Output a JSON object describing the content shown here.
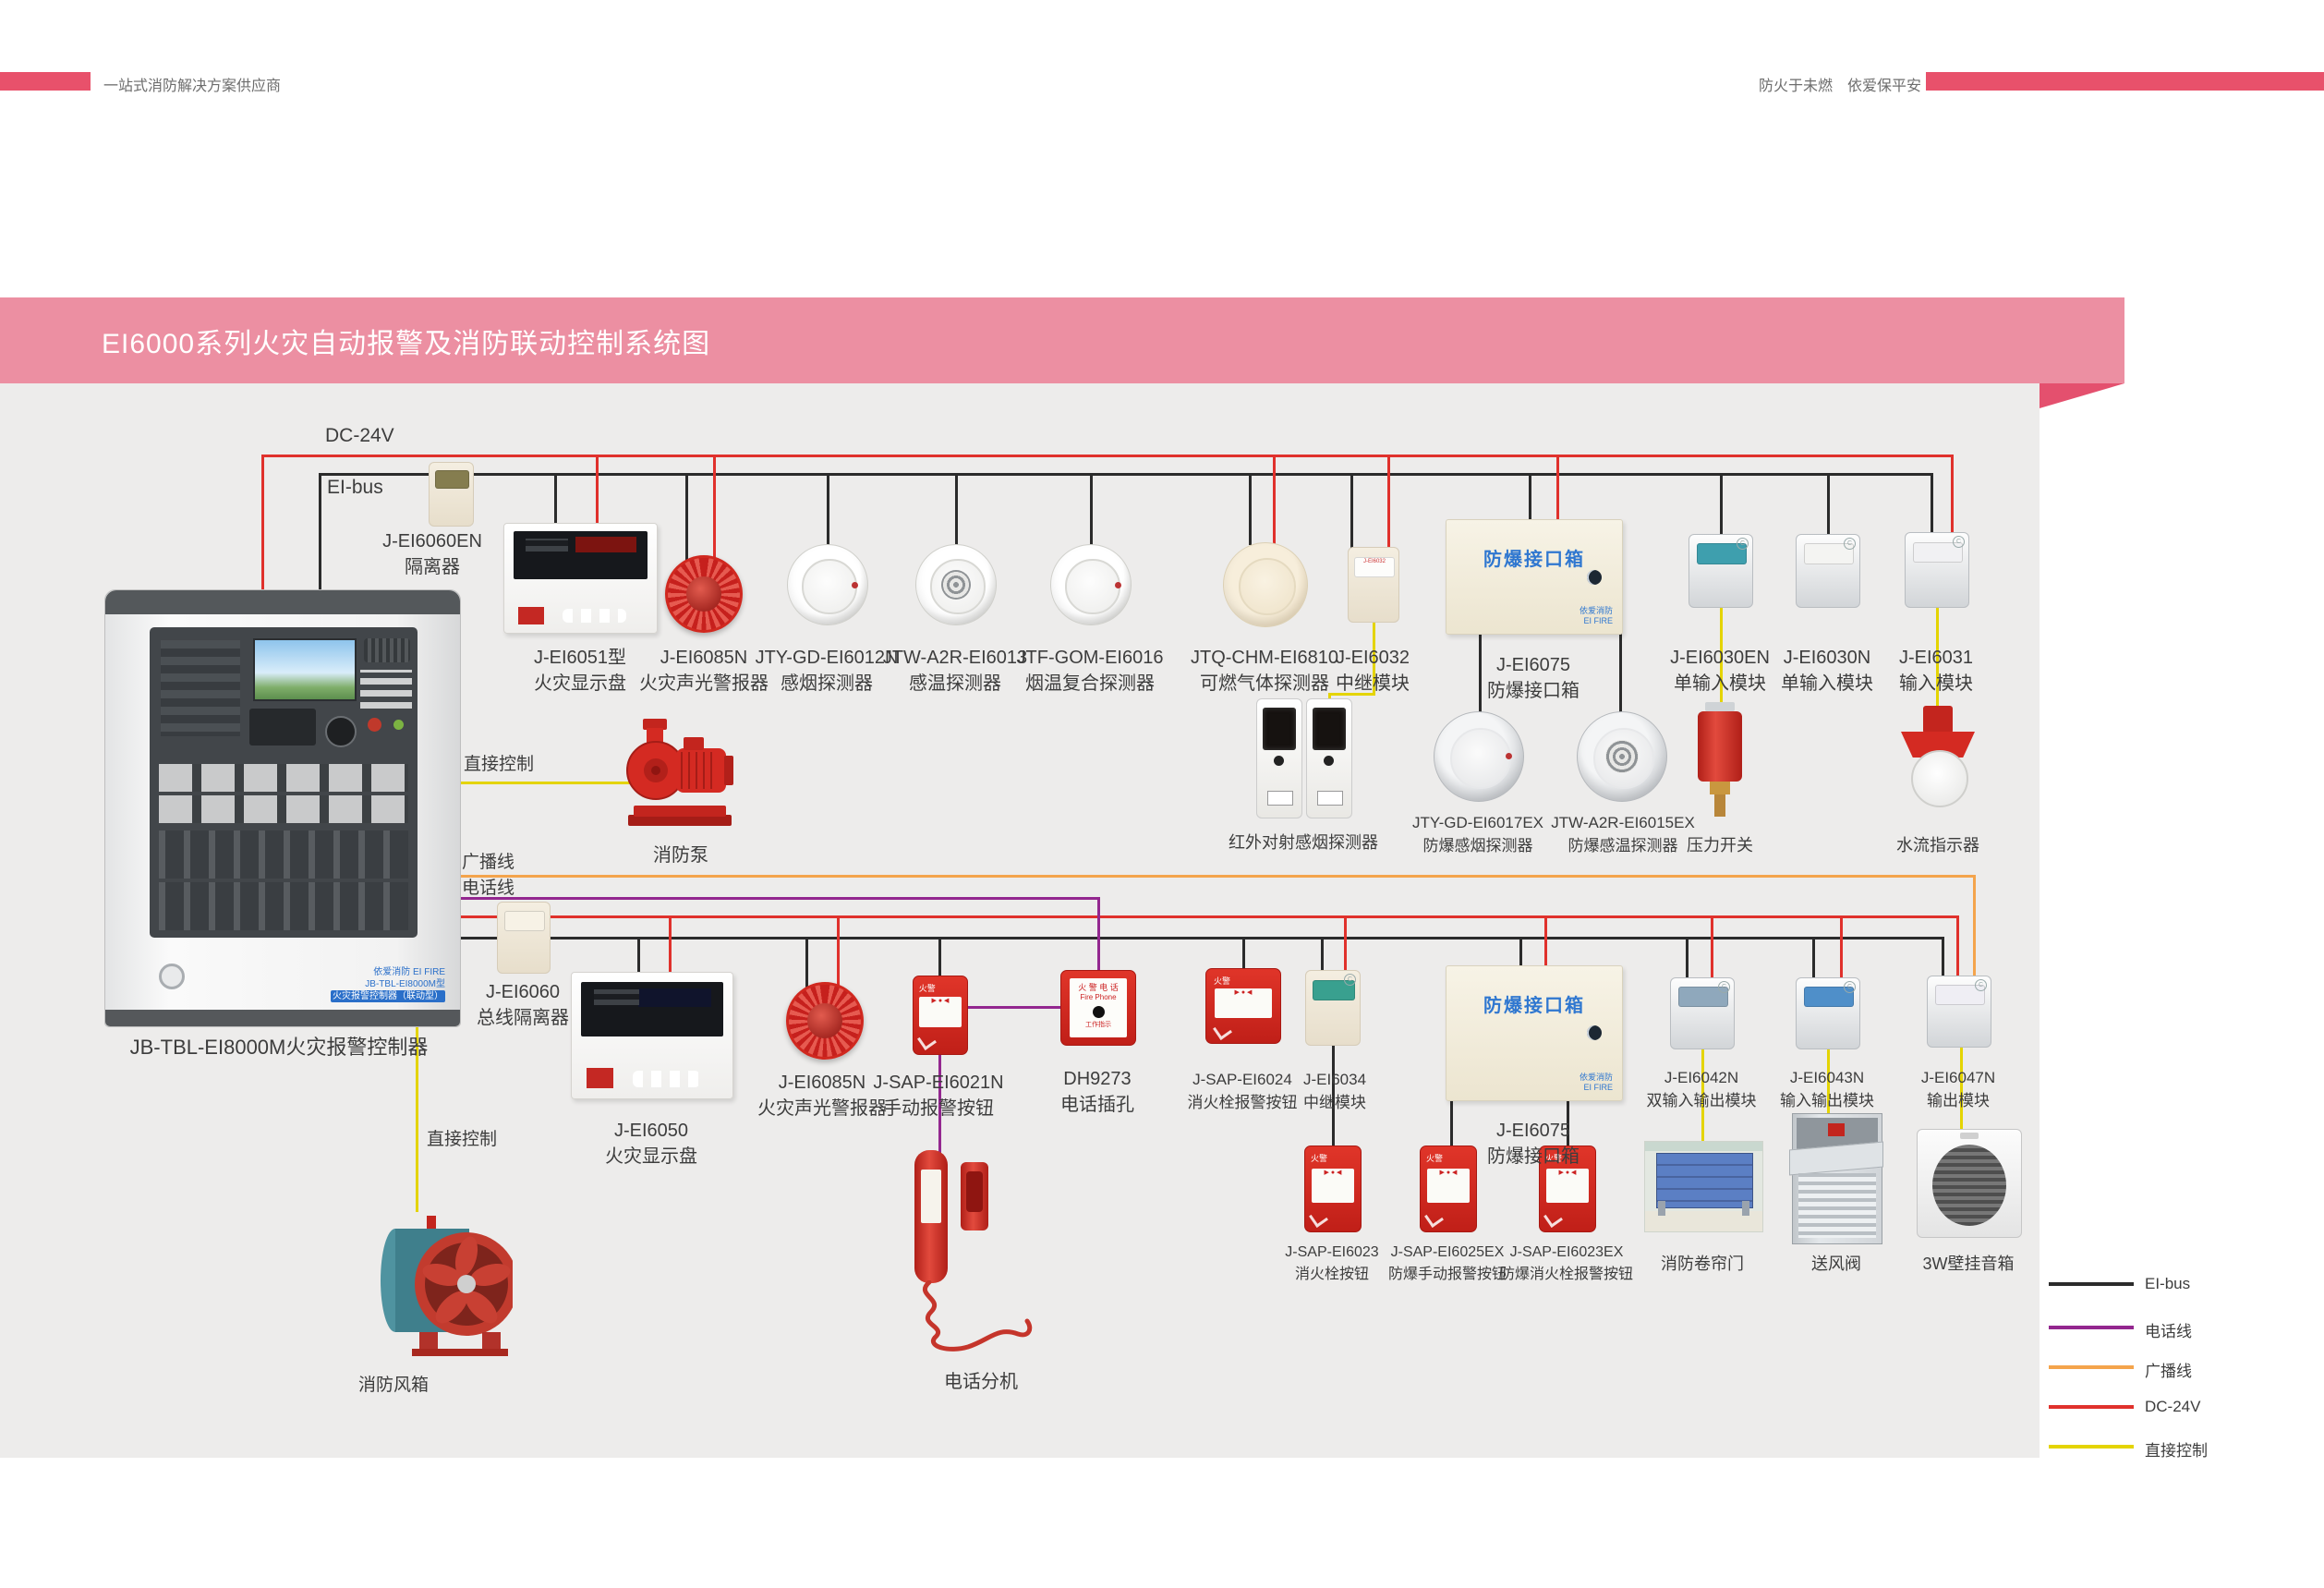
{
  "header": {
    "left_tagline": "一站式消防解决方案供应商",
    "right_tagline": "防火于未燃　依爱保平安"
  },
  "banner": {
    "title": "EI6000系列火灾自动报警及消防联动控制系统图"
  },
  "bus_labels": {
    "dc24v": "DC-24V",
    "ei_bus": "EI-bus",
    "direct_control": "直接控制",
    "broadcast": "广播线",
    "telephone": "电话线",
    "direct_control2": "直接控制"
  },
  "panel": {
    "label": "JB-TBL-EI8000M火灾报警控制器",
    "brand1": "依爱消防 EI FIRE",
    "brand2": "JB-TBL-EI8000M型",
    "brand3": "火灾报警控制器（联动型）"
  },
  "devices": {
    "j_ei6060en": {
      "model": "J-EI6060EN",
      "name": "隔离器"
    },
    "j_ei6051": {
      "model": "J-EI6051型",
      "name": "火灾显示盘"
    },
    "j_ei6085n_1": {
      "model": "J-EI6085N",
      "name": "火灾声光警报器"
    },
    "jty_gd_ei6012n": {
      "model": "JTY-GD-EI6012N",
      "name": "感烟探测器"
    },
    "jtw_a2r_ei6013": {
      "model": "JTW-A2R-EI6013",
      "name": "感温探测器"
    },
    "jtf_gom_ei6016": {
      "model": "JTF-GOM-EI6016",
      "name": "烟温复合探测器"
    },
    "jtq_chm_ei6810": {
      "model": "JTQ-CHM-EI6810",
      "name": "可燃气体探测器"
    },
    "j_ei6032": {
      "model": "J-EI6032",
      "name": "中继模块"
    },
    "j_ei6075_1": {
      "model": "J-EI6075",
      "name": "防爆接口箱",
      "face": "防爆接口箱",
      "logo": "依爱消防<br>EI FIRE"
    },
    "j_ei6030en": {
      "model": "J-EI6030EN",
      "name": "单输入模块"
    },
    "j_ei6030n": {
      "model": "J-EI6030N",
      "name": "单输入模块"
    },
    "j_ei6031": {
      "model": "J-EI6031",
      "name": "输入模块"
    },
    "fire_pump": {
      "name": "消防泵"
    },
    "infrared_beam": {
      "name": "红外对射感烟探测器"
    },
    "jty_gd_ei6017ex": {
      "model": "JTY-GD-EI6017EX",
      "name": "防爆感烟探测器"
    },
    "jtw_a2r_ei6015ex": {
      "model": "JTW-A2R-EI6015EX",
      "name": "防爆感温探测器"
    },
    "pressure_switch": {
      "name": "压力开关"
    },
    "water_flow": {
      "name": "水流指示器"
    },
    "j_ei6060": {
      "model": "J-EI6060",
      "name": "总线隔离器"
    },
    "j_ei6050": {
      "model": "J-EI6050",
      "name": "火灾显示盘"
    },
    "j_ei6085n_2": {
      "model": "J-EI6085N",
      "name": "火灾声光警报器"
    },
    "j_sap_ei6021n": {
      "model": "J-SAP-EI6021N",
      "name": "手动报警按钮"
    },
    "dh9273": {
      "model": "DH9273",
      "name": "电话插孔",
      "face1": "火 警 电 话",
      "face2": "Fire Phone",
      "face3": "工作指示"
    },
    "j_sap_ei6024": {
      "model": "J-SAP-EI6024",
      "name": "消火栓报警按钮"
    },
    "j_ei6034": {
      "model": "J-EI6034",
      "name": "中继模块"
    },
    "j_ei6075_2": {
      "model": "J-EI6075",
      "name": "防爆接口箱",
      "face": "防爆接口箱"
    },
    "j_ei6042n": {
      "model": "J-EI6042N",
      "name": "双输入输出模块"
    },
    "j_ei6043n": {
      "model": "J-EI6043N",
      "name": "输入输出模块"
    },
    "j_ei6047n": {
      "model": "J-EI6047N",
      "name": "输出模块"
    },
    "fire_fan": {
      "name": "消防风箱"
    },
    "phone_ext": {
      "name": "电话分机"
    },
    "j_sap_ei6023": {
      "model": "J-SAP-EI6023",
      "name": "消火栓按钮"
    },
    "j_sap_ei6025ex": {
      "model": "J-SAP-EI6025EX",
      "name": "防爆手动报警按钮"
    },
    "j_sap_ei6023ex": {
      "model": "J-SAP-EI6023EX",
      "name": "防爆消火栓报警按钮"
    },
    "roller_door": {
      "name": "消防卷帘门"
    },
    "air_valve": {
      "name": "送风阀"
    },
    "wall_speaker": {
      "name": "3W壁挂音箱"
    },
    "callpoint_face": "火警"
  },
  "legend": {
    "items": [
      {
        "label": "EI-bus",
        "color": "#2b2b2b"
      },
      {
        "label": "电话线",
        "color": "#93278f"
      },
      {
        "label": "广播线",
        "color": "#f4a44c"
      },
      {
        "label": "DC-24V",
        "color": "#e0312c"
      },
      {
        "label": "直接控制",
        "color": "#e4d400"
      }
    ]
  },
  "colors": {
    "accent_pink": "#e8516b",
    "banner_pink": "#ec8fa2",
    "banner_fold": "#e4506e",
    "stage_gray": "#edeceb"
  }
}
